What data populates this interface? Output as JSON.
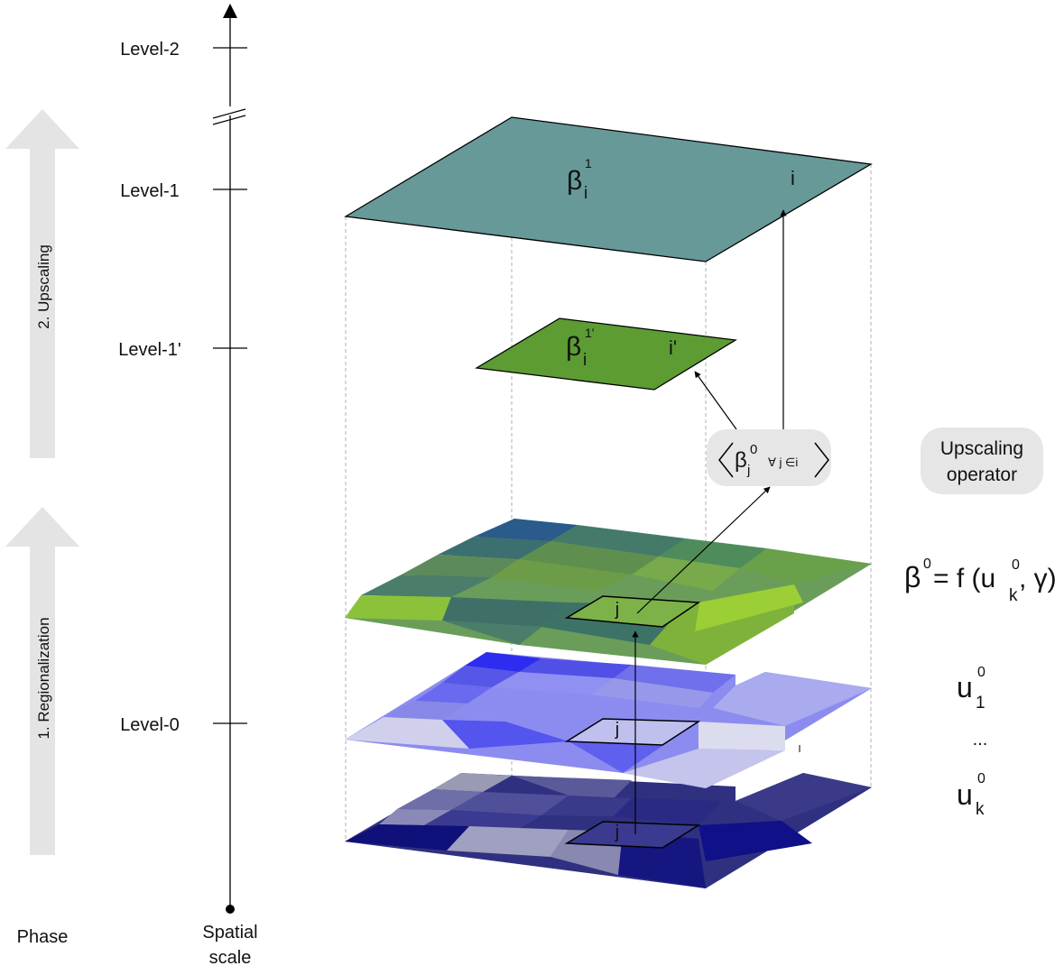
{
  "axis": {
    "levels": [
      "Level-2",
      "Level-1",
      "Level-1'",
      "Level-0"
    ],
    "caption_line1": "Spatial",
    "caption_line2": "scale",
    "phase": "Phase"
  },
  "phases": {
    "upscaling": "2. Upscaling",
    "regionalization": "1. Regionalization"
  },
  "layers": {
    "level1": {
      "symbol": "β",
      "sup": "1",
      "sub": "i",
      "cell": "i"
    },
    "level1p": {
      "symbol": "β",
      "sup": "1'",
      "sub": "i",
      "cell": "i'"
    },
    "beta0_cell": "j",
    "u1_cell": "j",
    "uk_cell": "j"
  },
  "operator": {
    "symbol": "β",
    "sup": "0",
    "sub": "j",
    "condition": "∀ j ∈i",
    "label_line1": "Upscaling",
    "label_line2": "operator"
  },
  "equations": {
    "beta0_lhs": "β",
    "beta0_sup": "0",
    "beta0_rhs1": "= f (u",
    "beta0_u_sup": "0",
    "beta0_u_sub": "k",
    "beta0_rhs2": ", γ)",
    "u1": "u",
    "u1_sup": "0",
    "u1_sub": "1",
    "dots": "...",
    "uk": "u",
    "uk_sup": "0",
    "uk_sub": "k"
  },
  "colors": {
    "level1_fill": "#679999",
    "level1p_fill": "#5c9c33",
    "phase_arrow": "#e4e4e4",
    "operator_box": "#e6e6e6"
  }
}
